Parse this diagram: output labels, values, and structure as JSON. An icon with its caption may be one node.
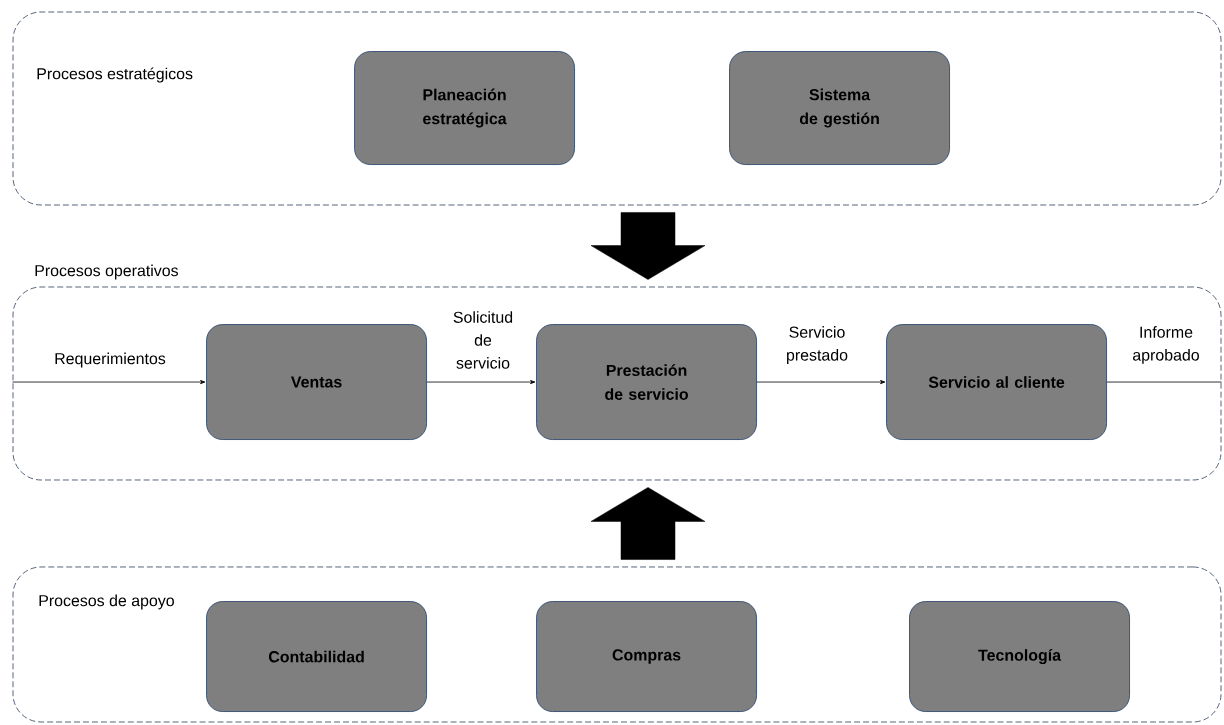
{
  "diagram": {
    "nodes": [
      {
        "text": [
          "Procesos estratégicos"
        ]
      },
      {
        "text": [
          "Planeación estratégica"
        ],
        "in": 0
      },
      {
        "text": [
          "Sistema de gestión"
        ],
        "in": 0
      },
      {
        "text": [
          "Procesos operativos"
        ]
      },
      {
        "text": [
          "Ventas"
        ],
        "in": 3
      },
      {
        "text": [
          "Prestación de servicio"
        ],
        "in": 3
      },
      {
        "text": [
          "Servicio al cliente"
        ],
        "in": 3
      },
      {
        "text": [
          "Procesos de apoyo"
        ]
      },
      {
        "text": [
          "Contabilidad"
        ],
        "in": 7
      },
      {
        "text": [
          "Compras"
        ],
        "in": 7
      },
      {
        "text": [
          "Tecnología"
        ],
        "in": 7
      }
    ],
    "edges": [
      {
        "from": null,
        "to": 4,
        "arrow": "to",
        "label": "Requerimientos"
      },
      {
        "from": 4,
        "to": 5,
        "arrow": "to",
        "label": "Solicitud de servicio"
      },
      {
        "from": 5,
        "to": 6,
        "arrow": "to",
        "label": "Servicio prestado"
      },
      {
        "from": 6,
        "to": null,
        "arrow": "none",
        "label": "Informe aprobado"
      },
      {
        "from": 0,
        "to": 3,
        "arrow": "to",
        "style": "thick"
      },
      {
        "from": 7,
        "to": 3,
        "arrow": "to",
        "style": "thick"
      }
    ]
  }
}
